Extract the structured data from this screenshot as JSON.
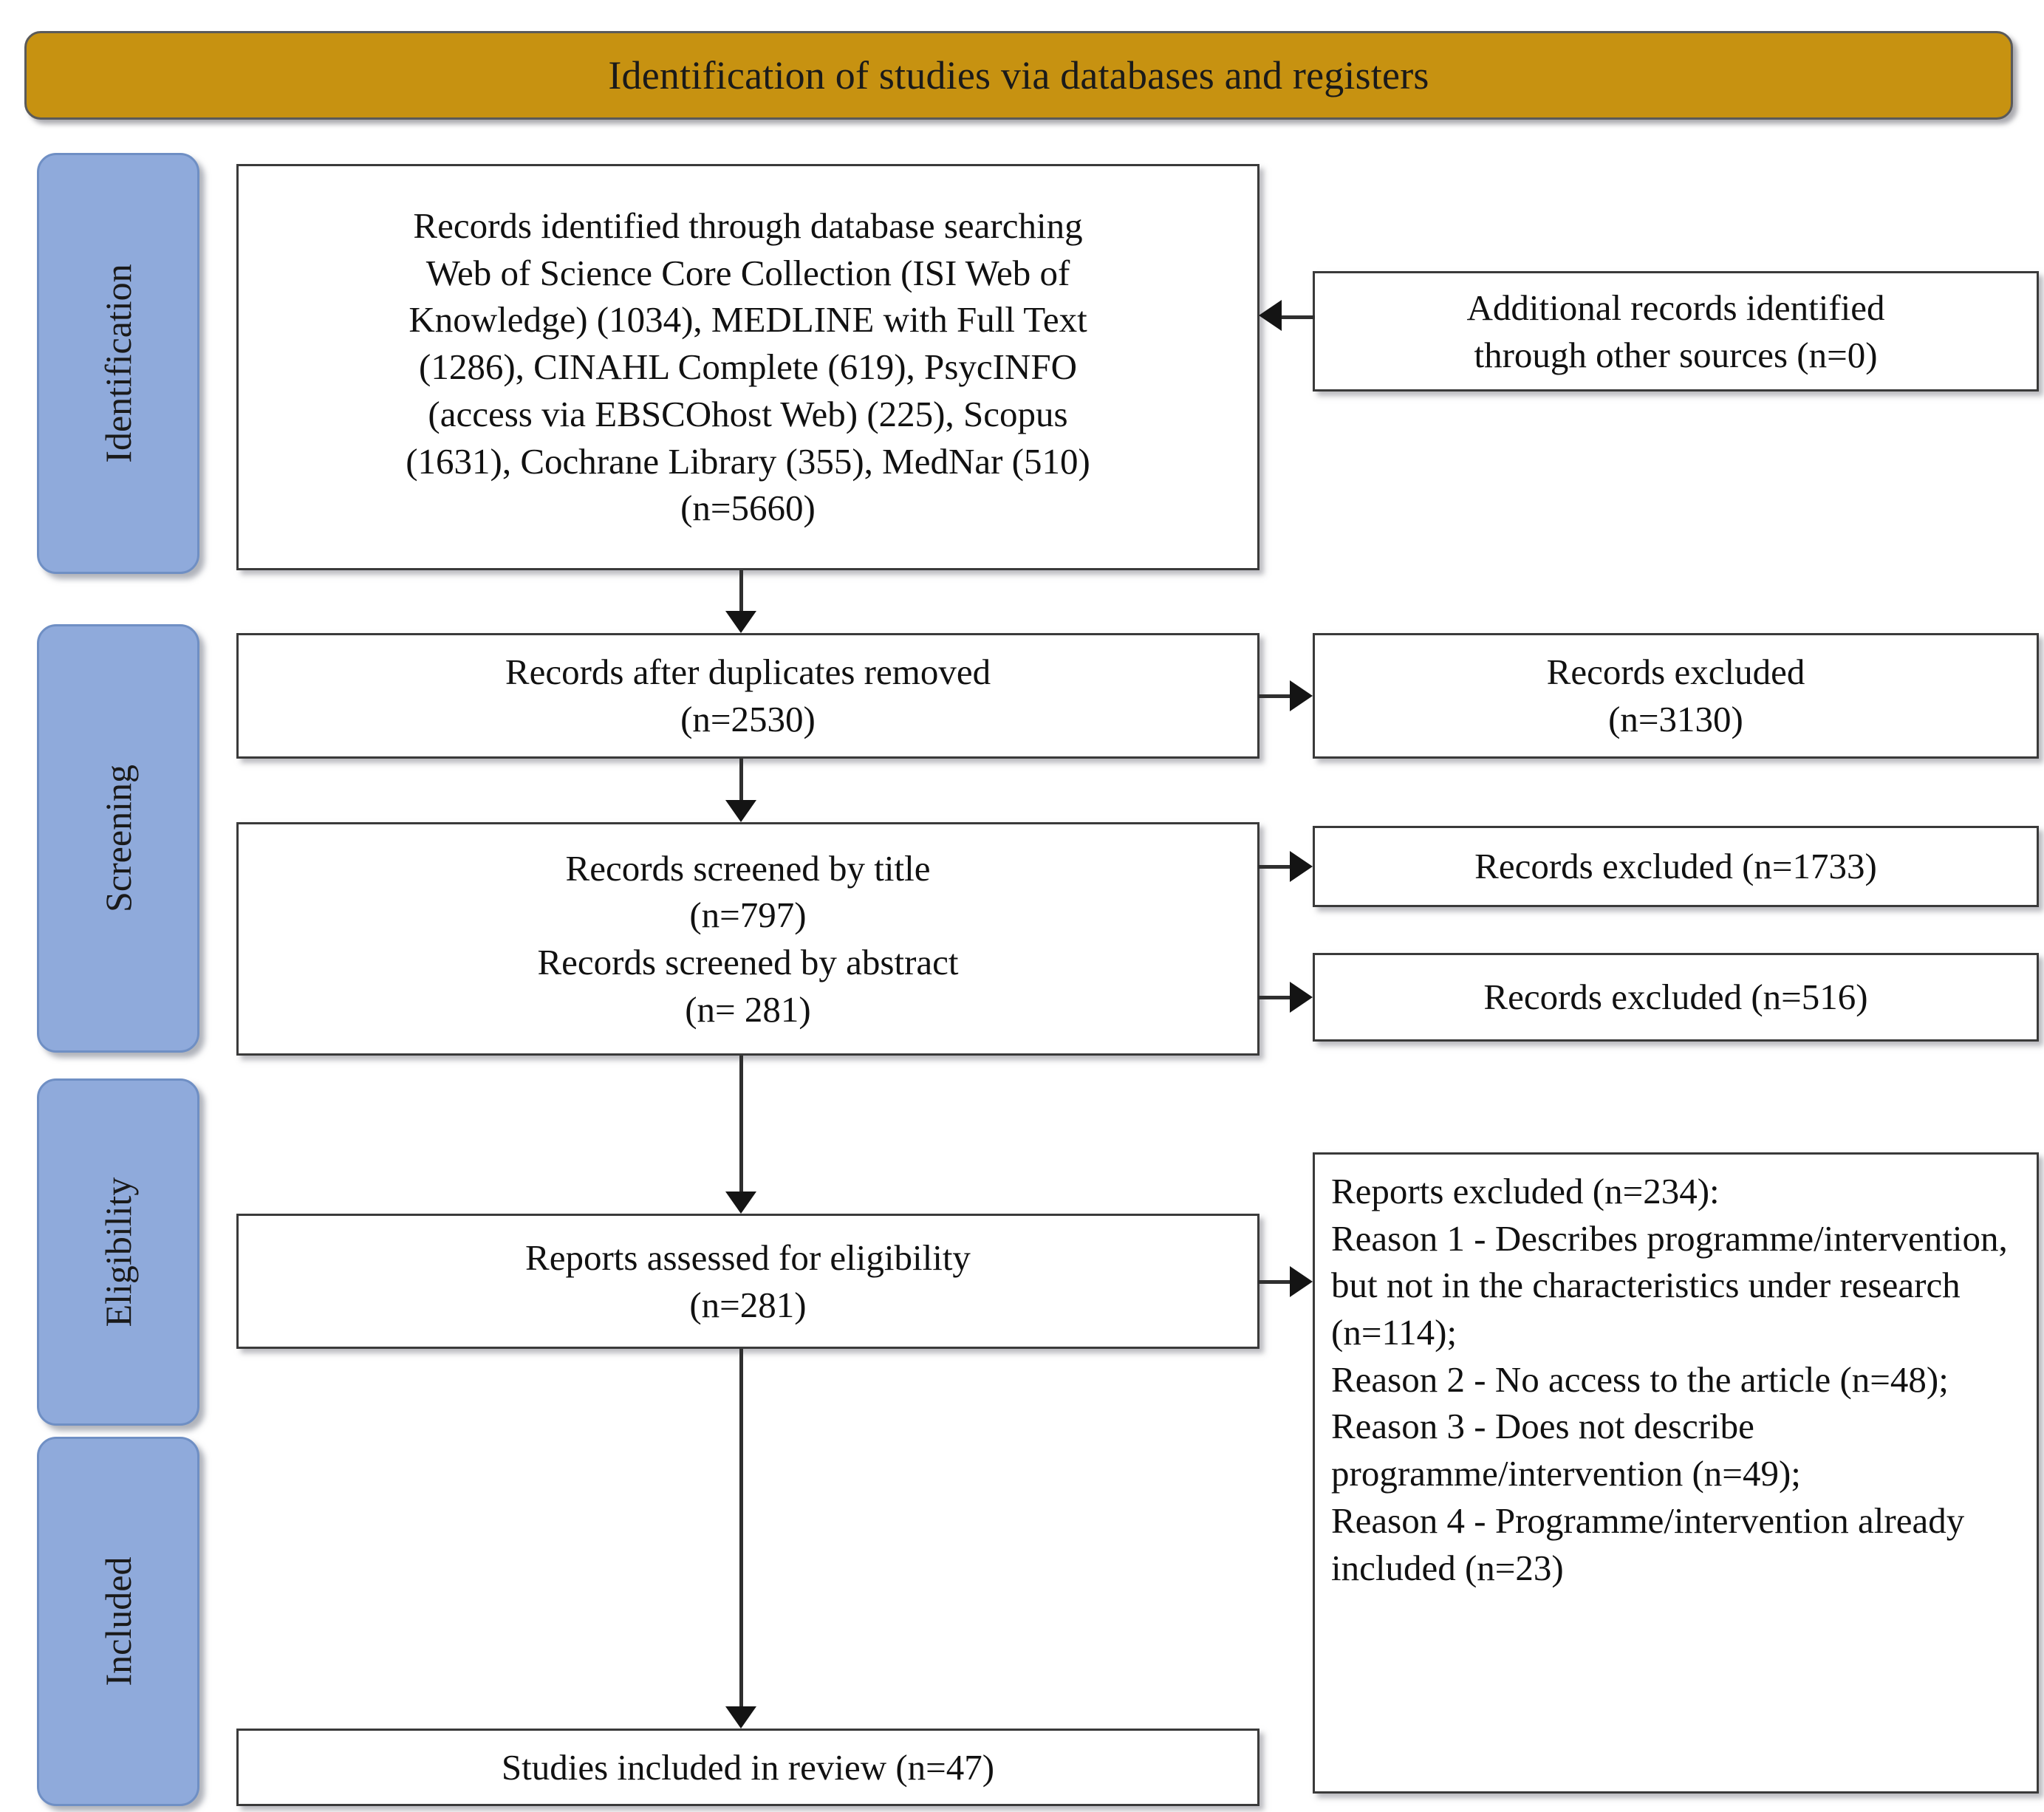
{
  "header": {
    "title": "Identification of studies via databases and registers"
  },
  "stages": [
    {
      "label": "Identification"
    },
    {
      "label": "Screening"
    },
    {
      "label": "Eligibility"
    },
    {
      "label": "Included"
    }
  ],
  "boxes": {
    "identified": {
      "lines": [
        "Records identified through database searching",
        "Web of Science Core Collection (ISI Web of",
        "Knowledge) (1034), MEDLINE with Full Text",
        "(1286), CINAHL Complete (619), PsycINFO",
        "(access via EBSCOhost Web) (225), Scopus",
        "(1631), Cochrane Library (355), MedNar (510)",
        "(n=5660)"
      ]
    },
    "additional": {
      "lines": [
        "Additional records identified",
        "through other sources (n=0)"
      ]
    },
    "duplicates_removed": {
      "lines": [
        "Records after duplicates removed",
        "(n=2530)"
      ]
    },
    "excluded_duplicates": {
      "lines": [
        "Records excluded",
        "(n=3130)"
      ]
    },
    "screened": {
      "lines": [
        "Records screened by title",
        "(n=797)",
        "Records screened by abstract",
        "(n= 281)"
      ]
    },
    "excluded_title": {
      "lines": [
        "Records excluded (n=1733)"
      ]
    },
    "excluded_abstract": {
      "lines": [
        "Records excluded (n=516)"
      ]
    },
    "eligibility": {
      "lines": [
        "Reports assessed for eligibility",
        "(n=281)"
      ]
    },
    "reports_excluded": {
      "lines": [
        "Reports excluded (n=234):",
        "Reason 1 - Describes programme/intervention, but not in the characteristics under research (n=114);",
        "Reason 2 - No access to the article (n=48);",
        "Reason 3 - Does not describe programme/intervention (n=49);",
        "Reason 4 - Programme/intervention already included (n=23)"
      ]
    },
    "included": {
      "lines": [
        "Studies included in review (n=47)"
      ]
    }
  },
  "colors": {
    "header_gold": "#C79211",
    "stage_blue": "#8FAADB",
    "box_border": "#3A3A3A",
    "connector": "#2F2F2F"
  },
  "chart_data": {
    "type": "diagram",
    "title": "Identification of studies via databases and registers",
    "flow_counts": {
      "records_identified_total": 5660,
      "sources": {
        "Web of Science Core Collection (ISI Web of Knowledge)": 1034,
        "MEDLINE with Full Text": 1286,
        "CINAHL Complete": 619,
        "PsycINFO (access via EBSCOhost Web)": 225,
        "Scopus": 1631,
        "Cochrane Library": 355,
        "MedNar": 510
      },
      "additional_records_other_sources": 0,
      "records_after_duplicates_removed": 2530,
      "records_excluded_duplicates_stage": 3130,
      "records_screened_by_title": 797,
      "records_excluded_by_title": 1733,
      "records_screened_by_abstract": 281,
      "records_excluded_by_abstract": 516,
      "reports_assessed_for_eligibility": 281,
      "reports_excluded_total": 234,
      "reports_excluded_reasons": {
        "Reason 1 - Describes programme/intervention, but not in the characteristics under research": 114,
        "Reason 2 - No access to the article": 48,
        "Reason 3 - Does not describe programme/intervention": 49,
        "Reason 4 - Programme/intervention already included": 23
      },
      "studies_included_in_review": 47
    }
  }
}
